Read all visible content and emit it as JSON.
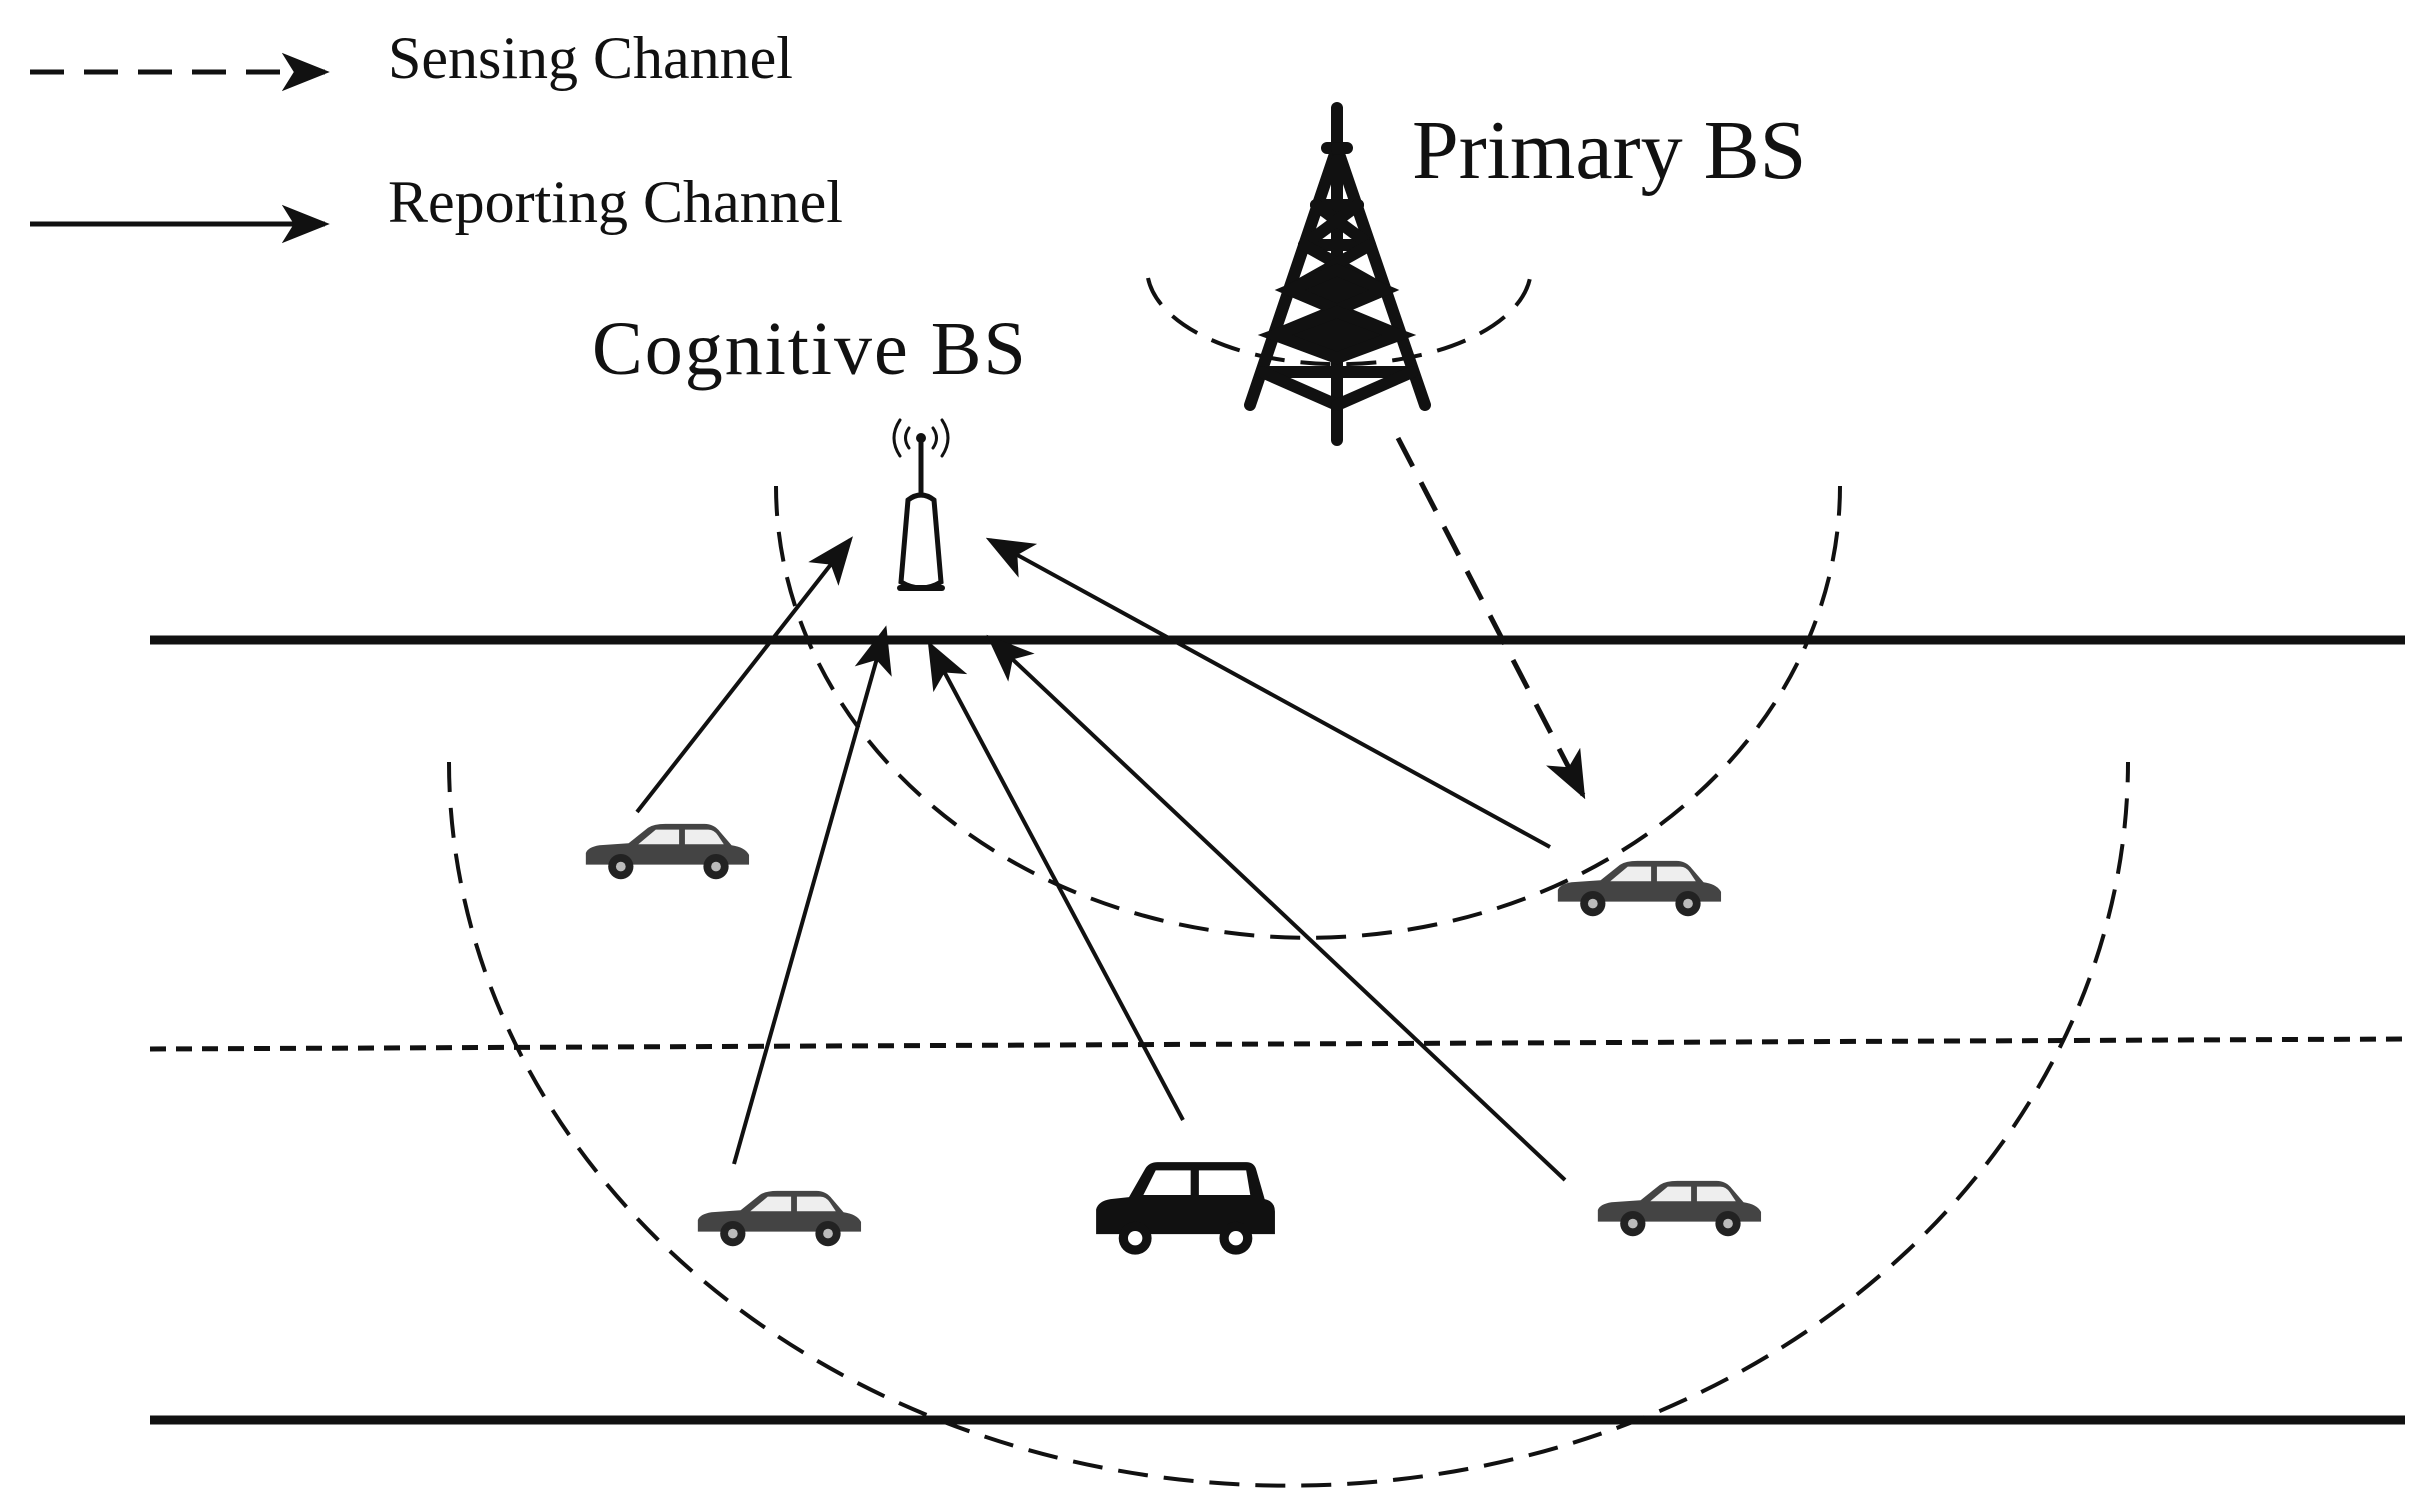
{
  "legend": {
    "sensing_label": "Sensing Channel",
    "reporting_label": "Reporting Channel"
  },
  "nodes": {
    "primary_bs_label": "Primary BS",
    "cognitive_bs_label": "Cognitive BS"
  },
  "colors": {
    "ink": "#111111",
    "car_body": "#444444",
    "car_window": "#eeeeee",
    "background": "#ffffff"
  },
  "icons": [
    "primary-tower-icon",
    "cognitive-antenna-icon",
    "car-icon"
  ]
}
